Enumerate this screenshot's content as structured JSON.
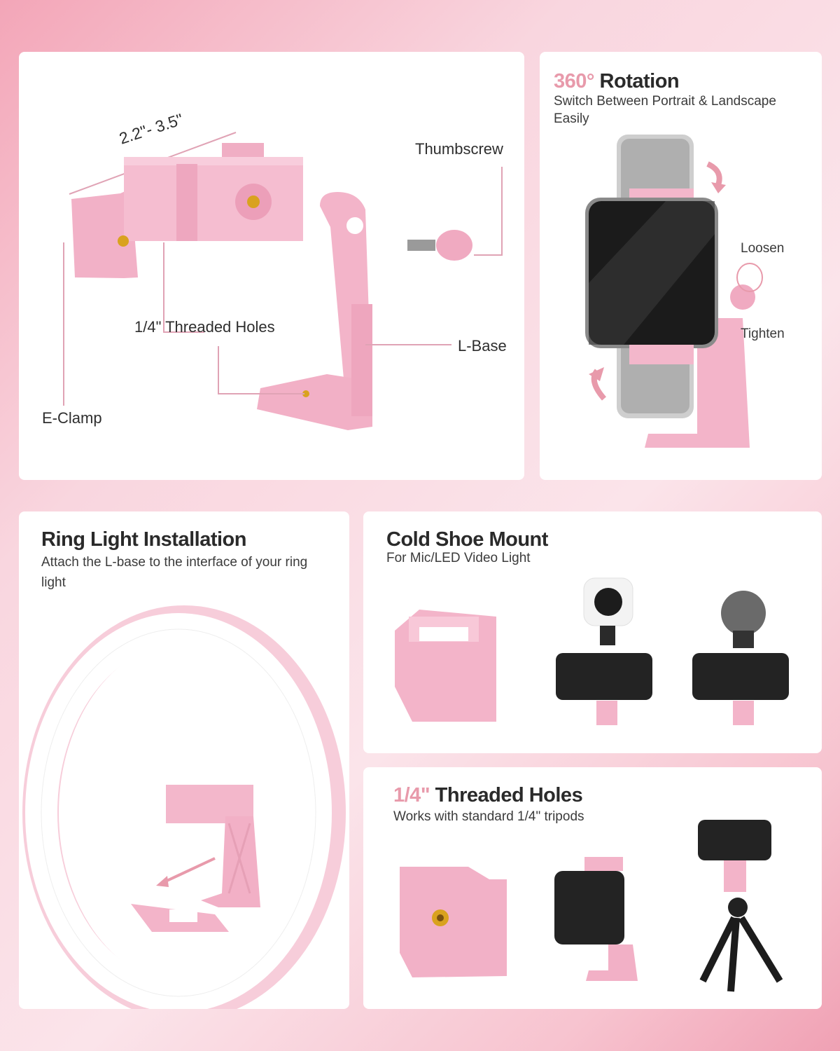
{
  "parts_panel": {
    "dimension_label": "2.2\"- 3.5\"",
    "thumbscrew_label": "Thumbscrew",
    "threaded_holes_label": "1/4\" Threaded Holes",
    "l_base_label": "L-Base",
    "e_clamp_label": "E-Clamp"
  },
  "rotation_panel": {
    "title_accent": "360°",
    "title_rest": " Rotation",
    "subtitle": "Switch Between Portrait & Landscape Easily",
    "loosen_label": "Loosen",
    "tighten_label": "Tighten"
  },
  "ring_light_panel": {
    "title": "Ring Light Installation",
    "subtitle": "Attach the L-base to the interface of your ring light"
  },
  "cold_shoe_panel": {
    "title": "Cold Shoe Mount",
    "subtitle": "For Mic/LED Video Light"
  },
  "threaded_panel": {
    "title_accent": "1/4\"",
    "title_rest": " Threaded Holes",
    "subtitle": "Works with standard 1/4\" tripods"
  },
  "colors": {
    "pink_part": "#f4b6cc",
    "accent_text": "#e89aab",
    "brass": "#d9a21f"
  }
}
